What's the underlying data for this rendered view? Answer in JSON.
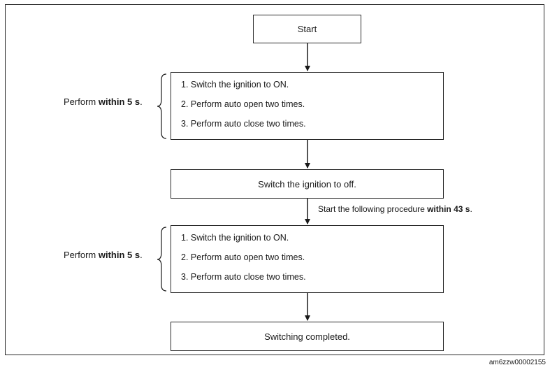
{
  "start_label": "Start",
  "block1": {
    "steps": [
      "1. Switch the ignition  to ON.",
      "2. Perform auto open two times.",
      "3. Perform auto close two times."
    ],
    "side_prefix": "Perform ",
    "side_bold": "within 5 s",
    "side_suffix": "."
  },
  "off_label": "Switch the ignition  to off.",
  "note": {
    "prefix": "Start the following procedure ",
    "bold": "within 43 s",
    "suffix": "."
  },
  "block2": {
    "steps": [
      "1. Switch the ignition  to ON.",
      "2. Perform auto open two times.",
      "3. Perform auto close two times."
    ],
    "side_prefix": "Perform ",
    "side_bold": "within 5 s",
    "side_suffix": "."
  },
  "end_label": "Switching completed.",
  "figure_id": "am6zzw00002155"
}
